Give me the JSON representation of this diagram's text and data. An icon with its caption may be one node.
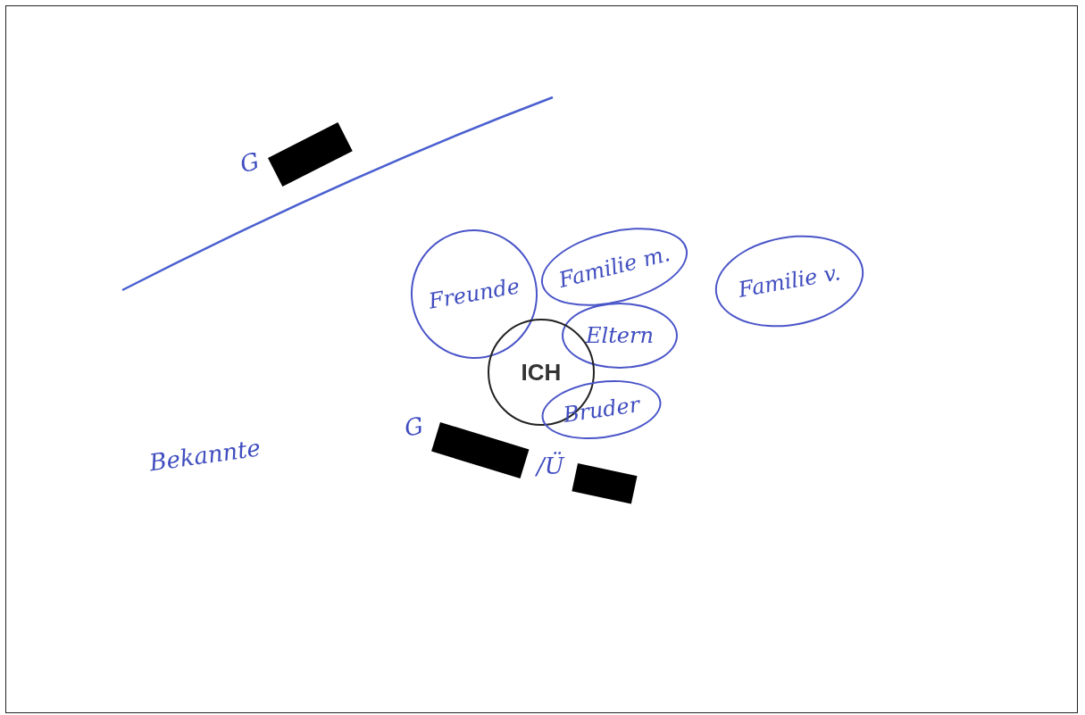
{
  "diagram": {
    "nodes": [
      {
        "text": [
          "Freunde"
        ]
      },
      {
        "text": [
          "Familie m."
        ]
      },
      {
        "text": [
          "Familie v."
        ]
      },
      {
        "text": [
          "Eltern"
        ]
      },
      {
        "text": [
          "ICH"
        ]
      },
      {
        "text": [
          "Bruder"
        ]
      }
    ],
    "labels": [
      "G",
      "Bekannte",
      "G",
      "/Ü"
    ]
  }
}
